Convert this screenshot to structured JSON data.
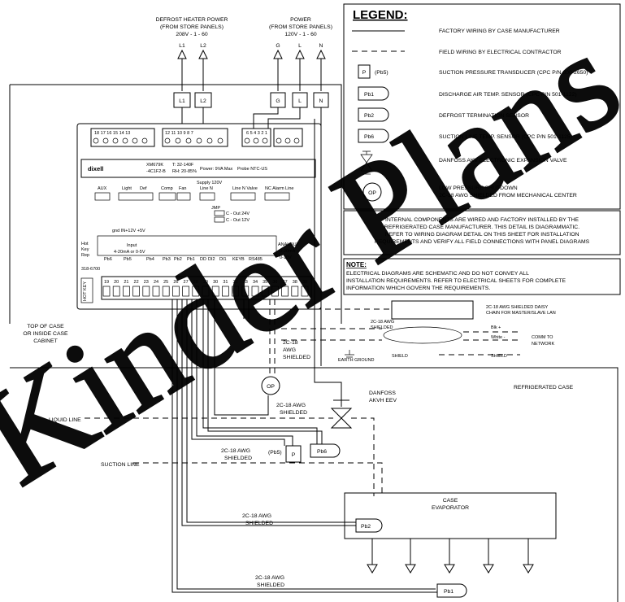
{
  "top_labels": {
    "defrost_line1": "DEFROST HEATER POWER",
    "defrost_line2": "(FROM STORE PANELS)",
    "defrost_line3": "208V - 1 - 60",
    "power_line1": "POWER",
    "power_line2": "(FROM STORE PANELS)",
    "power_line3": "120V - 1 - 60"
  },
  "terminals": [
    "L1",
    "L2",
    "G",
    "L",
    "N"
  ],
  "legend": {
    "title": "LEGEND:",
    "items": [
      "FACTORY WIRING BY CASE MANUFACTURER",
      "FIELD WIRING BY ELECTRICAL CONTRACTOR",
      "SUCTION PRESSURE TRANSDUCER (CPC P/N 800-2650)",
      "DISCHARGE AIR TEMP. SENSOR (CPC P/N 501-1122)",
      "DEFROST TERMINATION SENSOR",
      "SUCTION LINE TEMP. SENSOR (CPC P/N 501-1125)",
      "DANFOSS AKV ELECTRONIC EXPANSION VALVE",
      "LOW PRESSURE SHUTDOWN",
      "2C-18 AWG SHIELDED FROM MECHANICAL CENTER"
    ],
    "symbols": [
      "P",
      "(Pb5)",
      "Pb1",
      "Pb2",
      "Pb6",
      "OP"
    ]
  },
  "internal_note": [
    "INTERNAL COMPONENTS ARE WIRED AND FACTORY INSTALLED BY THE",
    "REFRIGERATED CASE MANUFACTURER. THIS DETAIL IS DIAGRAMMATIC.",
    "REFER TO WIRING DIAGRAM DETAIL ON THIS SHEET FOR INSTALLATION",
    "REQUIREMENTS AND VERIFY ALL FIELD CONNECTIONS WITH PANEL DIAGRAMS"
  ],
  "note": {
    "title": "NOTE:",
    "lines": [
      "ELECTRICAL DIAGRAMS ARE SCHEMATIC AND DO NOT CONVEY ALL",
      "INSTALLATION REQUIREMENTS. REFER TO ELECTRICAL SHEETS FOR COMPLETE",
      "INFORMATION WHICH GOVERN THE REQUIREMENTS."
    ]
  },
  "controller": {
    "brand": "dixell",
    "model1": "XM679K",
    "model2": "-4C1F2-B",
    "temp1": "T: 32-140F",
    "temp2": "RH: 20-85%",
    "power": "Power: 9VA Max",
    "probe": "Probe NTC-US",
    "supply1": "Supply 120V",
    "supply2": "Line  N",
    "line_n_valve": "Line N Valve",
    "nc_alarm": "NC Alarm Line",
    "aux": "AUX",
    "light": "Light",
    "def": "Def",
    "comp": "Comp",
    "fan": "Fan",
    "jmp": "JMP",
    "out24": "C - Out 24V",
    "out12": "C - Out 12V",
    "gnd": "gnd  IN+12V  +5V",
    "input": "Input",
    "input_range": "4-20mA or 0-5V",
    "hot": "Hot",
    "key": "Key",
    "rep": "Rep",
    "part": "318-6700",
    "analog": "ANALOUT",
    "analog2": "0-20mA",
    "analog3": "0-10V",
    "rs485": "RS485",
    "keyb": "KEYB",
    "hotkey": "HOT KEY",
    "probes_row": [
      "Pb6",
      "Pb5",
      "Pb4",
      "Pb3",
      "Pb2",
      "Pb1",
      "DD",
      "DI2",
      "DI1"
    ],
    "bottom_terms": [
      "19",
      "20",
      "21",
      "22",
      "23",
      "24",
      "25",
      "26",
      "27",
      "28",
      "29",
      "30",
      "31",
      "32",
      "33",
      "34",
      "35",
      "36",
      "37",
      "38",
      "39"
    ],
    "top_group1": "18 17 16 15 14 13",
    "top_group2": "12 11 10 9 8 7",
    "top_group3": "6 5 4  3 2 1"
  },
  "labels": {
    "top_of_case1": "TOP OF CASE",
    "top_of_case2": "OR INSIDE CASE",
    "top_of_case3": "CABINET",
    "refrigerated_case": "REFRIGERATED CASE",
    "danfoss1": "DANFOSS",
    "danfoss2": "AKVH EEV",
    "liquid_line": "LIQUID LINE",
    "suction_line": "SUCTION LINE",
    "case_evap1": "CASE",
    "case_evap2": "EVAPORATOR",
    "awg1": "2C-18",
    "awg2": "AWG",
    "awg3": "SHIELDED",
    "awg_a": "2C-18 AWG",
    "awg_b": "SHIELDED",
    "daisy1": "2C-18 AWG SHIELDED DAISY",
    "daisy2": "CHAIN FOR MASTER/SLAVE LAN",
    "awg_small1": "2C-18 AWG",
    "awg_small2": "SHIELDED",
    "blk": "Blk +",
    "white": "White -",
    "shield": "SHIELD",
    "comm1": "COMM TO",
    "comm2": "NETWORK",
    "earth": "EARTH GROUND",
    "op": "OP",
    "p": "P",
    "pb5": "(Pb5)",
    "pb6": "Pb6",
    "pb2": "Pb2",
    "pb1": "Pb1"
  },
  "watermark": "Kinder Plans"
}
